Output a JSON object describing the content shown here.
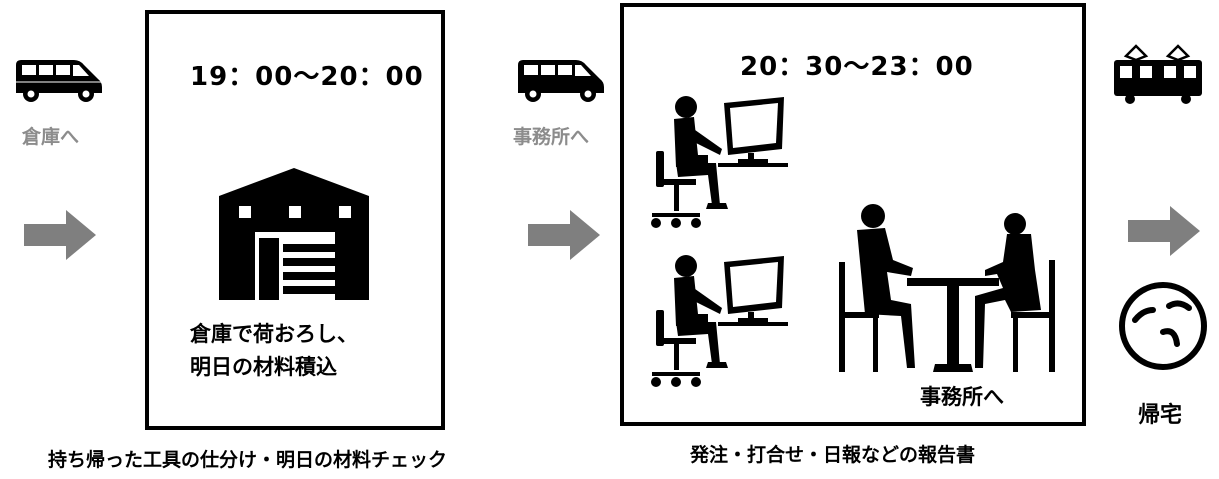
{
  "steps": [
    {
      "icon": "van-icon",
      "label": "倉庫へ"
    },
    {
      "icon": "van-icon",
      "label": "事務所へ"
    },
    {
      "icon": "train-icon",
      "label": ""
    }
  ],
  "box1": {
    "time": "19：00〜20：00",
    "text_line1": "倉庫で荷おろし、",
    "text_line2": "明日の材料積込",
    "caption": "持ち帰った工具の仕分け・明日の材料チェック"
  },
  "box2": {
    "time": "20：30〜23：00",
    "meeting_label": "事務所へ",
    "caption": "発注・打合せ・日報などの報告書"
  },
  "end": {
    "label": "帰宅",
    "face_icon": "tired-face-icon"
  },
  "colors": {
    "arrow": "#7f7f7f",
    "gray_text": "#8c8c8c",
    "ink": "#000000"
  }
}
